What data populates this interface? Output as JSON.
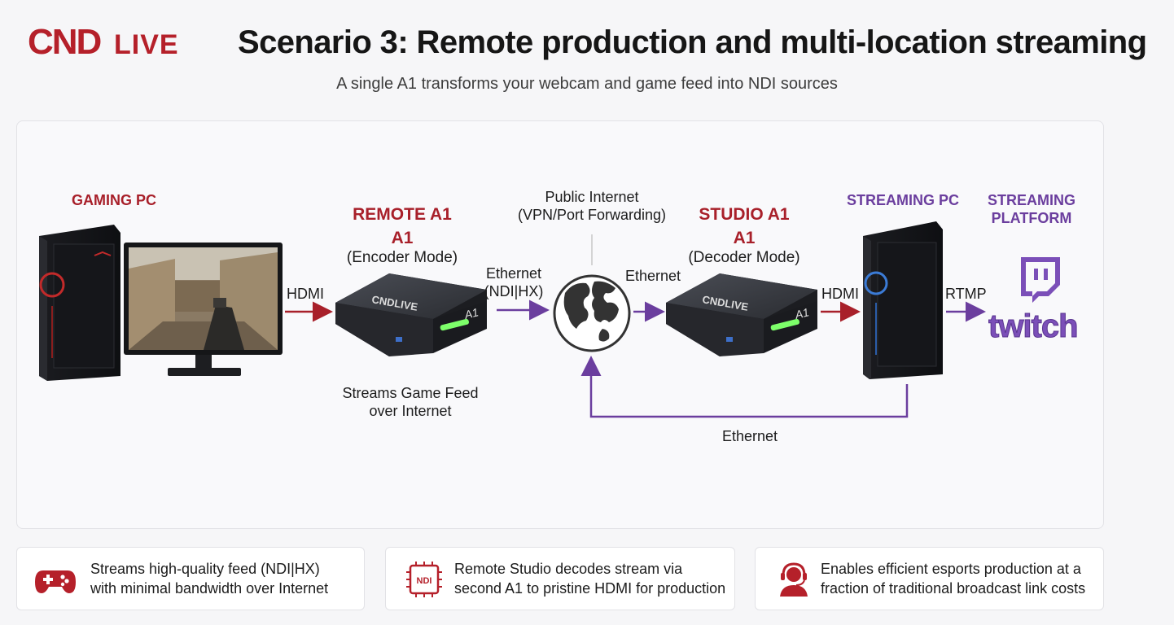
{
  "brand": {
    "logo_text": "CNDLIVE"
  },
  "header": {
    "title": "Scenario 3: Remote production and multi-location streaming",
    "subtitle": "A single A1 transforms your webcam and game feed into NDI sources"
  },
  "nodes": {
    "gaming_pc": {
      "label": "GAMING PC"
    },
    "remote_a1": {
      "title": "REMOTE A1",
      "model": "A1",
      "mode": "(Encoder Mode)",
      "caption_line1": "Streams Game Feed",
      "caption_line2": "over Internet"
    },
    "internet": {
      "line1": "Public Internet",
      "line2": "(VPN/Port Forwarding)"
    },
    "studio_a1": {
      "title": "STUDIO A1",
      "model": "A1",
      "mode": "(Decoder Mode)"
    },
    "streaming_pc": {
      "label": "STREAMING PC"
    },
    "platform": {
      "line1": "STREAMING",
      "line2": "PLATFORM",
      "name": "twitch"
    },
    "device_brand": "CNDLIVE",
    "device_model": "A1"
  },
  "connections": {
    "hdmi_1": "HDMI",
    "ethernet_1_line1": "Ethernet",
    "ethernet_1_line2": "(NDI|HX)",
    "ethernet_2": "Ethernet",
    "hdmi_2": "HDMI",
    "rtmp": "RTMP",
    "ethernet_return": "Ethernet"
  },
  "features": [
    {
      "icon": "gamepad-icon",
      "line1": "Streams high-quality feed (NDI|HX)",
      "line2": "with minimal bandwidth over Internet"
    },
    {
      "icon": "ndi-chip-icon",
      "chip_text": "NDI",
      "line1": "Remote Studio decodes stream via",
      "line2": "second A1 to pristine HDMI for production"
    },
    {
      "icon": "headset-operator-icon",
      "line1": "Enables efficient esports production at a",
      "line2": "fraction of traditional broadcast link costs"
    }
  ],
  "colors": {
    "accent_red": "#a8202a",
    "accent_purple": "#6b3e9e",
    "twitch": "#7b4fb8",
    "led_green": "#7dff6a"
  }
}
